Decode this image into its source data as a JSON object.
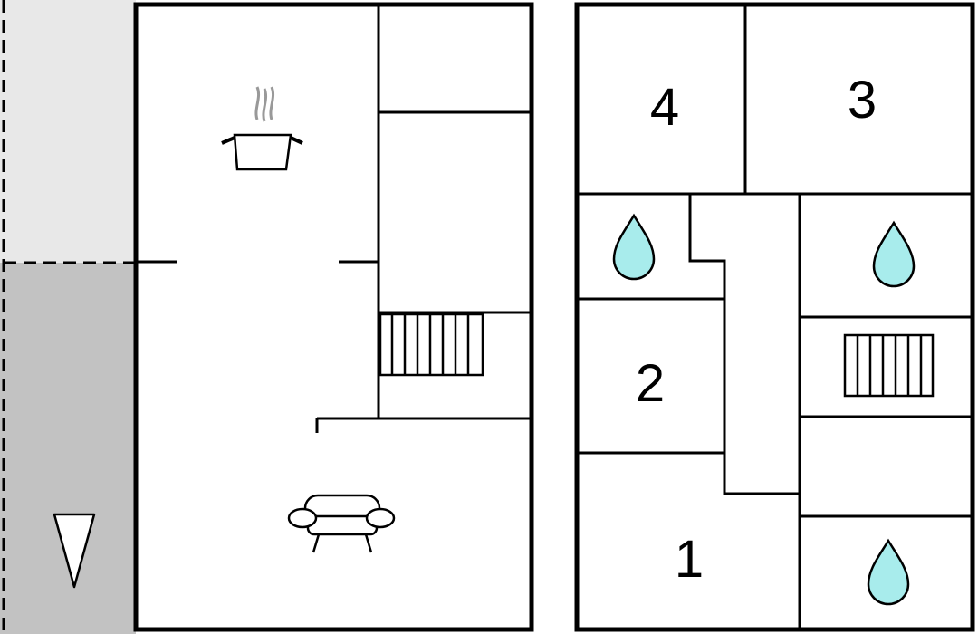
{
  "rooms": {
    "room_4": "4",
    "room_3": "3",
    "room_2": "2",
    "room_1": "1"
  },
  "colors": {
    "wall": "#000000",
    "terrace_light": "#e8e8e8",
    "terrace_dark": "#c2c2c2",
    "water": "#a8ecec",
    "steam": "#999999"
  },
  "icons": {
    "kitchen": "cooking-pot-icon",
    "living": "sofa-icon",
    "stairs": "stairs-icon",
    "bathroom": "water-drop-icon",
    "north": "north-arrow-icon"
  }
}
